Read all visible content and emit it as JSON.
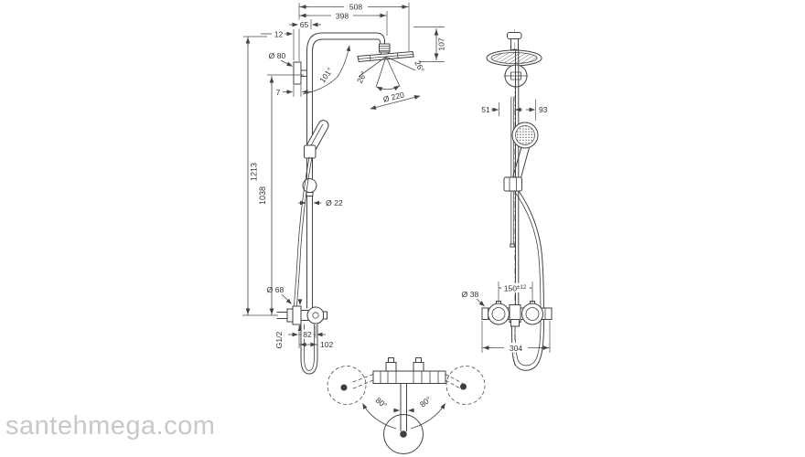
{
  "watermark_text": "santehmega.com",
  "colors": {
    "line": "#414141",
    "label_text": "#333333",
    "watermark": "#c8c8c8",
    "background": "#ffffff"
  },
  "front_view": {
    "dims": {
      "total_width": "508",
      "arm_width": "398",
      "wall_offset": "65",
      "bracket_offset": "12",
      "bracket_diameter": "Ø 80",
      "bracket_thickness": "7",
      "arm_angle": "101°",
      "head_tilt_left": "26°",
      "head_tilt_right": "26°",
      "head_diameter": "Ø 220",
      "head_drop": "107",
      "total_height": "1213",
      "bar_height": "1038",
      "pipe_diameter": "Ø 22",
      "escutcheon_diameter": "Ø 68",
      "connection_thread": "G1/2",
      "valve_offset": "82",
      "valve_depth": "102"
    }
  },
  "side_view": {
    "dims": {
      "bar_offset": "51",
      "hand_shower_offset": "93",
      "valve_diameter": "Ø 38",
      "connection_distance": "150",
      "connection_tolerance": "±12",
      "valve_width": "304"
    }
  },
  "top_view": {
    "dims": {
      "swivel_left": "80°",
      "swivel_right": "80°"
    }
  }
}
